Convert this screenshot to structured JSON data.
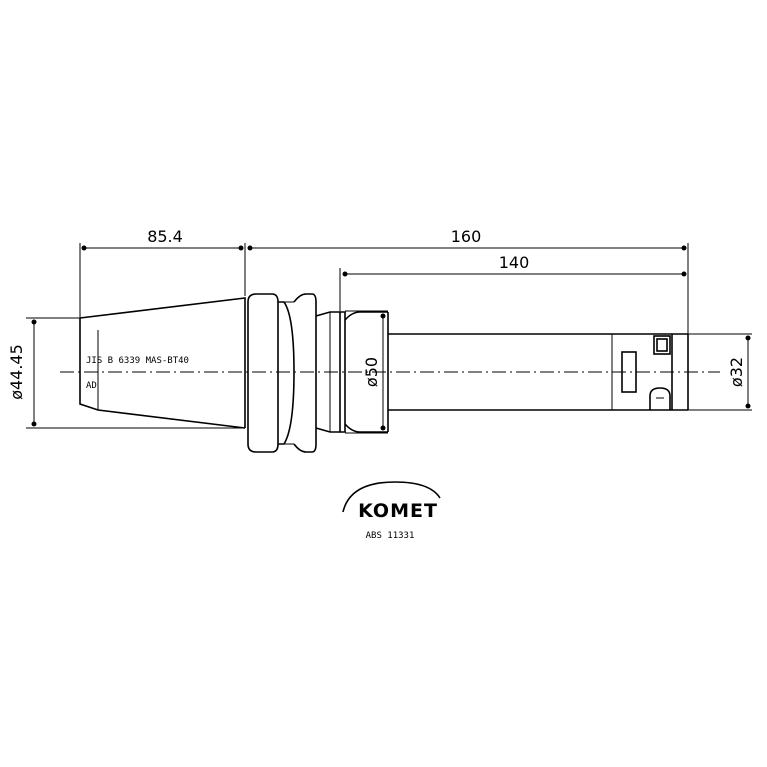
{
  "dimensions": {
    "taper_length": "85.4",
    "overall_length": "160",
    "shank_length": "140",
    "taper_diameter": "ø44.45",
    "collar_diameter": "ø50",
    "bore_diameter": "ø32"
  },
  "labels": {
    "standard": "JIS B 6339 MAS-BT40",
    "taper_code": "AD"
  },
  "logo": {
    "brand": "KOMET",
    "part_number": "ABS 11331"
  }
}
